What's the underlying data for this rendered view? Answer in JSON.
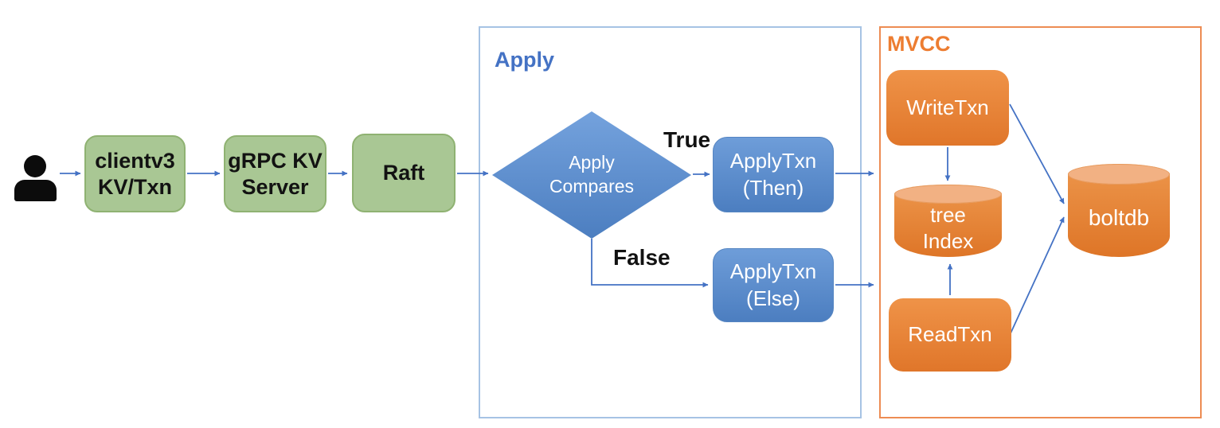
{
  "diagram": {
    "groups": {
      "apply": {
        "label": "Apply"
      },
      "mvcc": {
        "label": "MVCC"
      }
    },
    "nodes": {
      "clientv3": "clientv3\nKV/Txn",
      "grpc_kv_server": "gRPC KV\nServer",
      "raft": "Raft",
      "apply_compares": "Apply\nCompares",
      "apply_txn_then": "ApplyTxn\n(Then)",
      "apply_txn_else": "ApplyTxn\n(Else)",
      "write_txn": "WriteTxn",
      "tree_index": "tree\nIndex",
      "read_txn": "ReadTxn",
      "boltdb": "boltdb"
    },
    "edge_labels": {
      "true_branch": "True",
      "false_branch": "False"
    },
    "colors": {
      "arrow": "#4472C4",
      "green_fill": "#A9C794",
      "green_border": "#8FB272",
      "blue_top": "#6E9DD9",
      "blue_bottom": "#4C7EC0",
      "orange_top": "#EF9348",
      "orange_bottom": "#E0762A",
      "cylinder_top": "#F2B183",
      "apply_border": "#A6C3E4",
      "apply_label": "#4472C4",
      "mvcc_border": "#ED8C53",
      "mvcc_label": "#ED7D31",
      "person": "#0c0c0c"
    }
  }
}
